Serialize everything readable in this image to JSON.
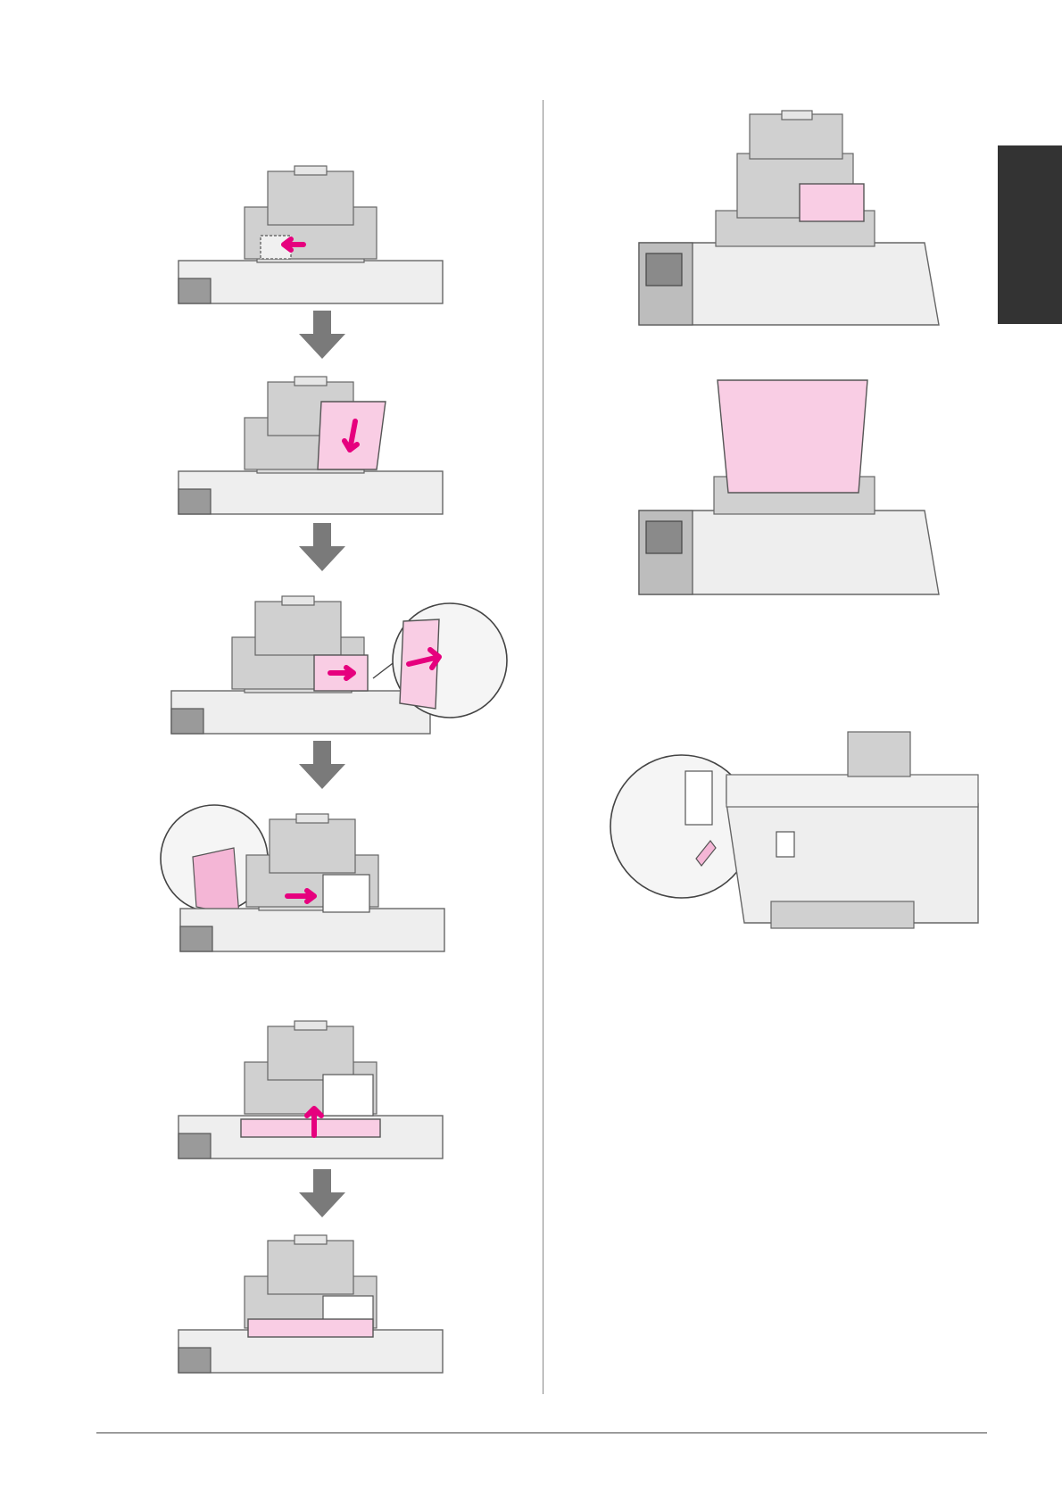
{
  "colors": {
    "page": "#ffffff",
    "printer_body": "#eeeeee",
    "printer_shade": "#bdbdbd",
    "outline": "#555555",
    "paper_pink": "#f9cde4",
    "accent_magenta": "#e6007e",
    "arrow_gray": "#7a7a7a",
    "side_tab": "#333333",
    "divider": "#888888",
    "footer_rule": "#444444"
  },
  "figures": [
    {
      "id": "step-1",
      "description_icon": "slide-edge-guide-left"
    },
    {
      "id": "step-2",
      "description_icon": "insert-paper-down"
    },
    {
      "id": "step-3",
      "description_icon": "slide-edge-guide-to-paper"
    },
    {
      "id": "step-4",
      "description_icon": "edge-guide-lever-detail"
    },
    {
      "id": "step-5",
      "description_icon": "raise-feeder-guard"
    },
    {
      "id": "step-6",
      "description_icon": "feeder-guard-closed"
    },
    {
      "id": "step-7",
      "description_icon": "small-paper-loaded"
    },
    {
      "id": "step-8",
      "description_icon": "large-paper-loaded"
    },
    {
      "id": "step-9",
      "description_icon": "paper-thickness-lever"
    }
  ],
  "icons": {
    "down_arrow": "arrow-down-icon",
    "push_arrow": "arrow-right-icon",
    "up_arrow": "arrow-up-icon"
  }
}
